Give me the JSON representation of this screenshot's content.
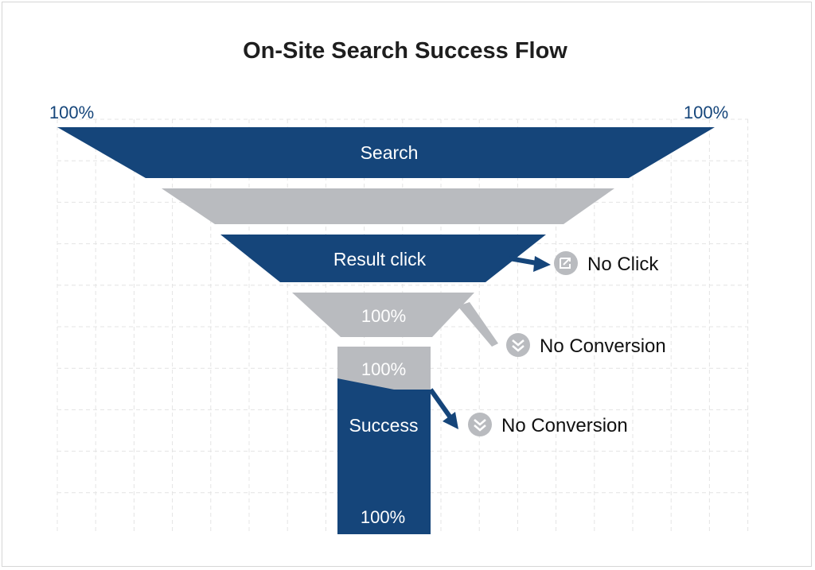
{
  "chart_data": {
    "type": "funnel",
    "title": "On-Site Search Success Flow",
    "top_left_label": "100%",
    "top_right_label": "100%",
    "stages": [
      {
        "name": "Search",
        "label": "Search",
        "color": "#15457a"
      },
      {
        "name": "stage-2",
        "label": "",
        "color": "#b9bbbf"
      },
      {
        "name": "Result click",
        "label": "Result click",
        "color": "#15457a"
      },
      {
        "name": "stage-4",
        "label": "100%",
        "color": "#b9bbbf"
      },
      {
        "name": "stage-5",
        "label": "100%",
        "color": "#b9bbbf"
      },
      {
        "name": "Success",
        "label": "Success",
        "value_label": "100%",
        "color": "#15457a"
      }
    ],
    "dropoffs": [
      {
        "label": "No Click",
        "icon": "exit-icon"
      },
      {
        "label": "No Conversion",
        "icon": "chevron-down-circle-icon"
      },
      {
        "label": "No Conversion",
        "icon": "chevron-down-circle-icon"
      }
    ],
    "grid": true
  }
}
